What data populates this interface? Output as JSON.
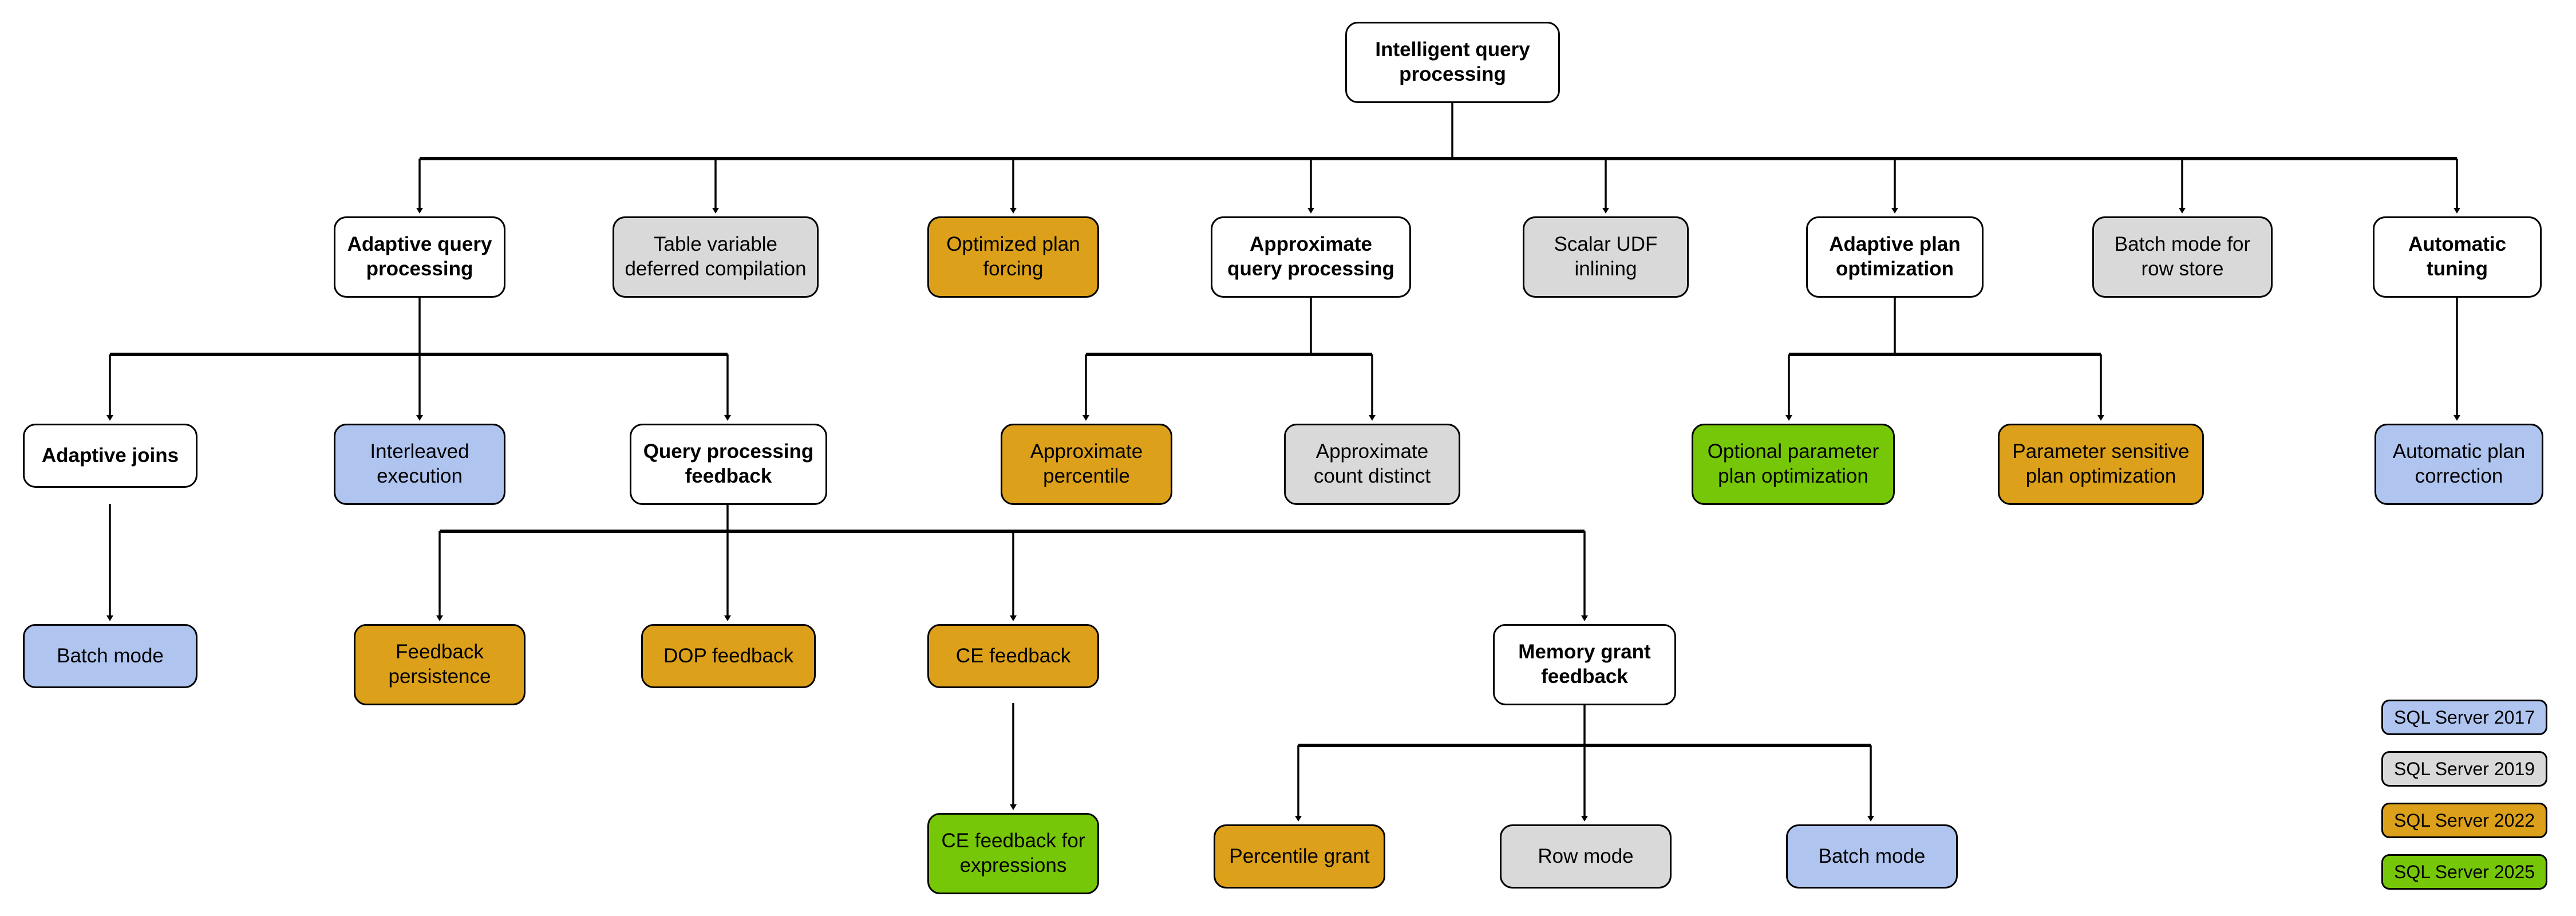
{
  "diagram": {
    "title": "Intelligent query processing",
    "palette": {
      "white": "#ffffff",
      "gray": "#d9d9d9",
      "orange": "#dca01a",
      "green": "#76c707",
      "blue": "#b0c4f0",
      "stroke": "#000000"
    },
    "nodes": {
      "root": "Intelligent query\nprocessing",
      "adaptive_query_processing": "Adaptive query\nprocessing",
      "table_variable_deferred_compilation": "Table variable\ndeferred compilation",
      "optimized_plan_forcing": "Optimized plan\nforcing",
      "approximate_query_processing": "Approximate\nquery processing",
      "scalar_udf_inlining": "Scalar UDF\ninlining",
      "adaptive_plan_optimization": "Adaptive plan\noptimization",
      "batch_mode_for_row_store": "Batch mode for\nrow store",
      "automatic_tuning": "Automatic\ntuning",
      "adaptive_joins": "Adaptive joins",
      "interleaved_execution": "Interleaved\nexecution",
      "query_processing_feedback": "Query processing\nfeedback",
      "approximate_percentile": "Approximate\npercentile",
      "approximate_count_distinct": "Approximate\ncount distinct",
      "optional_parameter_plan_optimization": "Optional parameter\nplan optimization",
      "parameter_sensitive_plan_optimization": "Parameter sensitive\nplan optimization",
      "automatic_plan_correction": "Automatic plan\ncorrection",
      "batch_mode_adaptive_joins": "Batch mode",
      "feedback_persistence": "Feedback\npersistence",
      "dop_feedback": "DOP feedback",
      "ce_feedback": "CE feedback",
      "memory_grant_feedback": "Memory grant\nfeedback",
      "ce_feedback_for_expressions": "CE feedback for\nexpressions",
      "percentile_grant": "Percentile grant",
      "row_mode": "Row mode",
      "batch_mode_memory_grant": "Batch mode"
    },
    "legend": [
      {
        "label": "SQL Server 2017",
        "color_key": "blue"
      },
      {
        "label": "SQL Server 2019",
        "color_key": "gray"
      },
      {
        "label": "SQL Server 2022",
        "color_key": "orange"
      },
      {
        "label": "SQL Server 2025",
        "color_key": "green"
      }
    ]
  }
}
